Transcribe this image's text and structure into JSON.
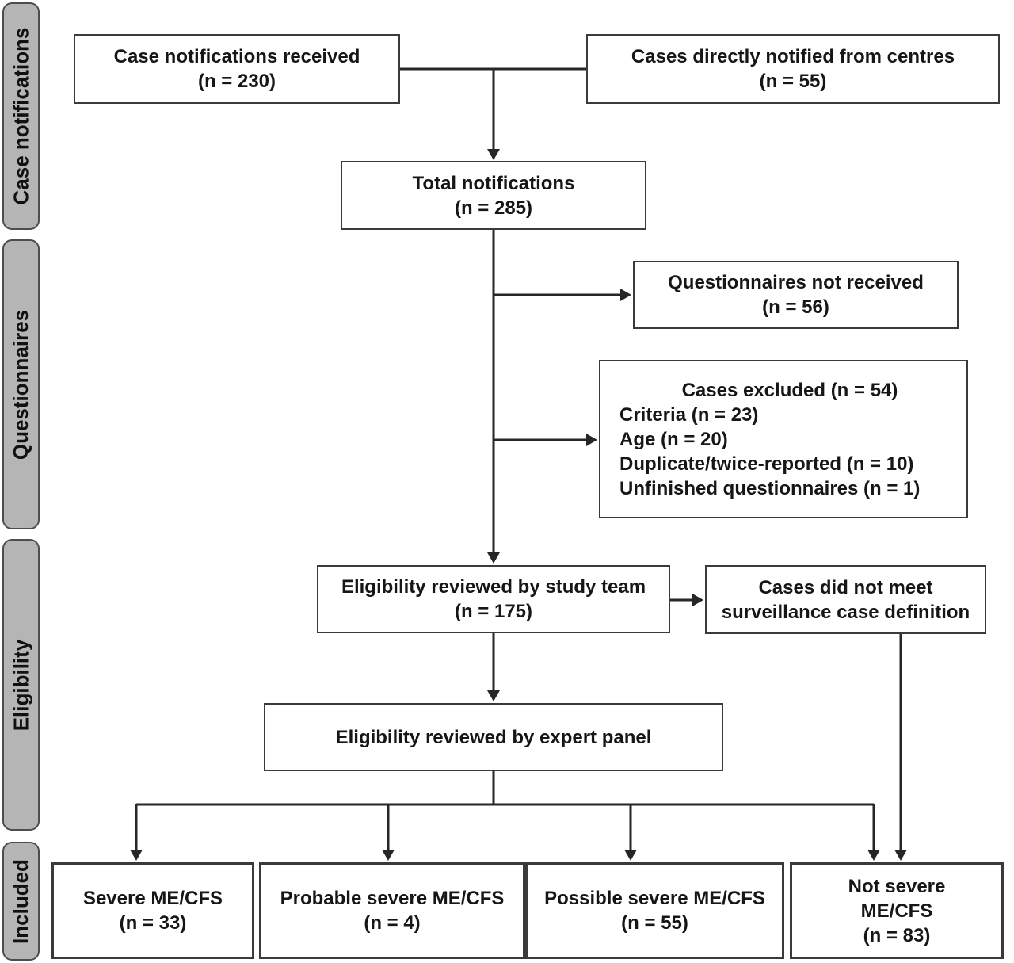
{
  "sidebar": {
    "labels": [
      {
        "text": "Case notifications"
      },
      {
        "text": "Questionnaires"
      },
      {
        "text": "Eligibility"
      },
      {
        "text": "Included"
      }
    ]
  },
  "boxes": {
    "received": {
      "line1": "Case notifications received",
      "line2": "(n = 230)"
    },
    "direct": {
      "line1": "Cases directly notified from centres",
      "line2": "(n = 55)"
    },
    "total": {
      "line1": "Total notifications",
      "line2": "(n = 285)"
    },
    "not_received": {
      "line1": "Questionnaires not received",
      "line2": "(n = 56)"
    },
    "excluded": {
      "title": "Cases excluded (n = 54)",
      "items": [
        "Criteria (n = 23)",
        "Age (n = 20)",
        "Duplicate/twice-reported (n = 10)",
        "Unfinished questionnaires (n = 1)"
      ]
    },
    "study_team": {
      "line1": "Eligibility reviewed by study team",
      "line2": "(n = 175)"
    },
    "not_meet": {
      "line1": "Cases did not meet",
      "line2": "surveillance case definition"
    },
    "expert_panel": {
      "line1": "Eligibility reviewed by expert panel"
    },
    "severe": {
      "line1": "Severe ME/CFS",
      "line2": "(n = 33)"
    },
    "probable": {
      "line1": "Probable severe ME/CFS",
      "line2": "(n = 4)"
    },
    "possible": {
      "line1": "Possible severe ME/CFS",
      "line2": "(n = 55)"
    },
    "not_severe": {
      "line1": "Not severe",
      "line2": "ME/CFS",
      "line3": "(n = 83)"
    }
  },
  "colors": {
    "background": "#ffffff",
    "box_fill": "#ffffff",
    "box_border": "#3a3a3a",
    "connector_line": "#262626",
    "sidebar_fill": "#b5b5b5",
    "sidebar_border": "#4d4d4d",
    "text": "#161616"
  }
}
